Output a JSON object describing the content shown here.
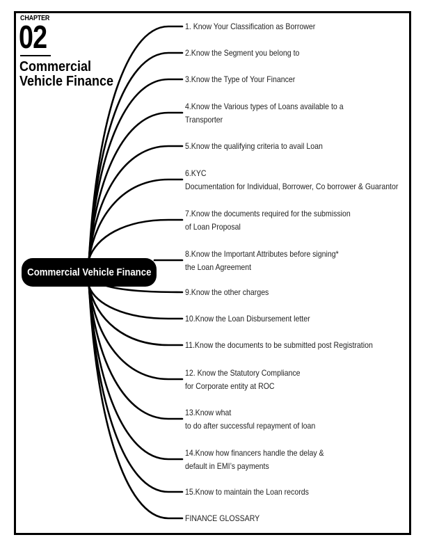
{
  "header": {
    "chapter_label": "CHAPTER",
    "chapter_number": "02",
    "title_line1": "Commercial",
    "title_line2": "Vehicle Finance"
  },
  "center_node": {
    "label": "Commercial Vehicle Finance"
  },
  "colors": {
    "ink": "#000000",
    "text": "#222222",
    "background": "#ffffff"
  },
  "branches": [
    {
      "lines": [
        "1. Know Your Classification as Borrower"
      ]
    },
    {
      "lines": [
        "2.Know the Segment you belong to"
      ]
    },
    {
      "lines": [
        "3.Know the Type of Your Financer"
      ]
    },
    {
      "lines": [
        "4.Know the Various types of Loans available to a",
        "Transporter"
      ]
    },
    {
      "lines": [
        "5.Know the qualifying criteria to avail Loan"
      ]
    },
    {
      "lines": [
        "6.KYC",
        "Documentation for Individual, Borrower, Co borrower & Guarantor"
      ]
    },
    {
      "lines": [
        "7.Know the documents required for the submission",
        "of Loan Proposal"
      ]
    },
    {
      "lines": [
        "8.Know the Important Attributes before signing*",
        "the Loan Agreement"
      ]
    },
    {
      "lines": [
        "9.Know the other charges"
      ]
    },
    {
      "lines": [
        "10.Know the Loan Disbursement letter"
      ]
    },
    {
      "lines": [
        "11.Know the documents to be submitted post Registration"
      ]
    },
    {
      "lines": [
        "12. Know the Statutory Compliance",
        "for Corporate entity at ROC"
      ]
    },
    {
      "lines": [
        "13.Know what",
        "to do after successful repayment of loan"
      ]
    },
    {
      "lines": [
        "14.Know how financers handle the delay &",
        "default in EMI’s payments"
      ]
    },
    {
      "lines": [
        "15.Know to maintain the Loan records"
      ]
    },
    {
      "lines": [
        "FINANCE GLOSSARY"
      ]
    }
  ]
}
